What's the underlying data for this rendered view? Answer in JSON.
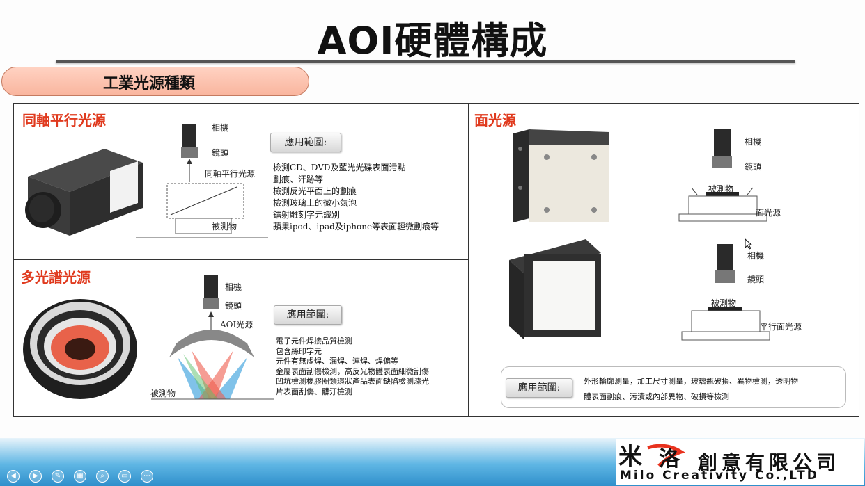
{
  "slide": {
    "title": "AOI硬體構成",
    "subtitle": "工業光源種類"
  },
  "panels": {
    "coaxial": {
      "title": "同軸平行光源",
      "labels": {
        "camera": "相機",
        "lens": "鏡頭",
        "light": "同軸平行光源",
        "object": "被測物"
      },
      "app_button": "應用範圍:",
      "apps": [
        "檢測CD、DVD及藍光光碟表面污點",
        "劃痕、汗跡等",
        "檢測反光平面上的劃痕",
        "檢測玻璃上的微小氣泡",
        "鐳射雕刻字元識別",
        "蘋果ipod、ipad及iphone等表面輕微劃痕等"
      ]
    },
    "multispectral": {
      "title": "多光譜光源",
      "labels": {
        "camera": "相機",
        "lens": "鏡頭",
        "light": "AOI光源",
        "object": "被測物"
      },
      "app_button": "應用範圍:",
      "apps": [
        "電子元件焊接品質檢測",
        "包含絲印字元",
        "元件有無虛焊、漏焊、連焊、焊偏等",
        "金屬表面刮傷檢測，高反光物體表面細微刮傷",
        "凹坑檢測橡膠圈類環狀產品表面缺陷檢測濾光",
        "片表面刮傷、髒汙檢測"
      ]
    },
    "surface": {
      "title": "面光源",
      "diagram1": {
        "camera": "相機",
        "lens": "鏡頭",
        "object": "被測物",
        "light": "面光源"
      },
      "diagram2": {
        "camera": "相機",
        "lens": "鏡頭",
        "object": "被測物",
        "light": "平行面光源"
      },
      "app_button": "應用範圍:",
      "apps": [
        "外形輪廓測量，加工尺寸測量，玻璃瓶破損、異物檢測，透明物",
        "體表面劃痕、污漬或內部異物、破損等檢測"
      ]
    }
  },
  "footer": {
    "logo_cn": "創意有限公司",
    "logo_en": "Milo Creativity Co.,LTD"
  },
  "toolbar": [
    "prev-icon",
    "next-icon",
    "pen-icon",
    "slides-icon",
    "zoom-icon",
    "subtitle-icon",
    "more-icon"
  ]
}
